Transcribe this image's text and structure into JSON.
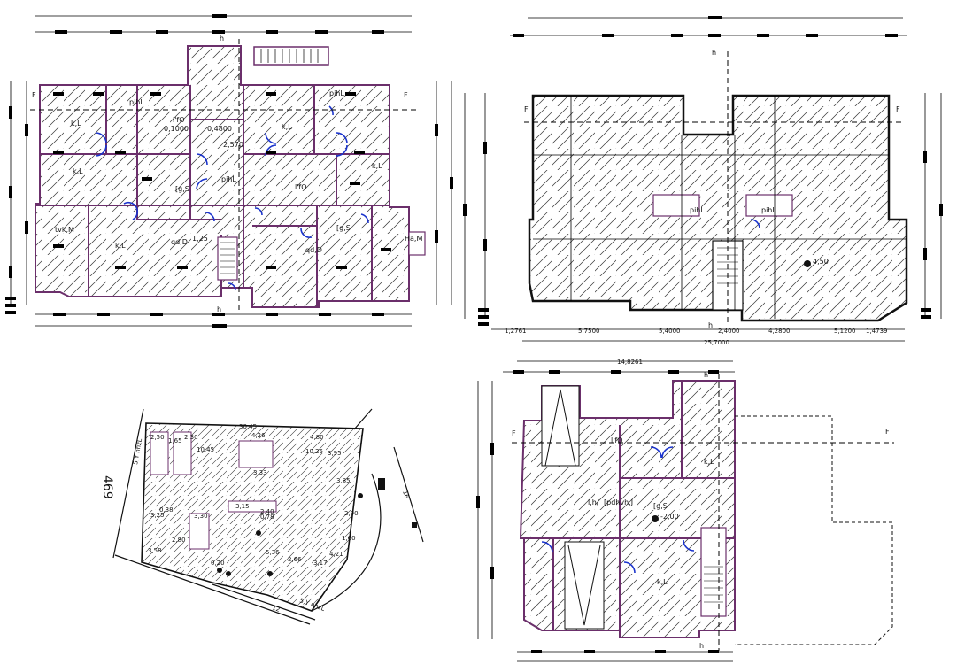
{
  "plans": {
    "plan_a": {
      "rooms": [
        "k,L",
        "k,L",
        "k,L",
        "k,L",
        "k,L",
        "l'fO",
        "l'fO",
        "[g,S",
        "[g,S",
        "qd,D",
        "qd,D",
        "tvk,M",
        "pihL",
        "pihL",
        "pihL"
      ],
      "numbers": [
        "0,1000",
        "0,4800",
        "2,570",
        "1,25"
      ],
      "section_marks": [
        "F",
        "F",
        "h",
        "h"
      ],
      "terrace_label": "Ha,M"
    },
    "plan_b": {
      "dims_bottom": [
        "1,2761",
        "5,7500",
        "5,4000",
        "2,4000",
        "4,2800",
        "5,1200",
        "1,4739"
      ],
      "total": "25,7000",
      "level": "4,50",
      "room_labels": [
        "pihL",
        "pihL"
      ],
      "section_marks": [
        "F",
        "F",
        "h",
        "h"
      ]
    },
    "site": {
      "lot_number": "469",
      "top_dim": "30,45",
      "street_label_top": "5,Y nhzL",
      "street_label_bottom": "5,Y nhzL",
      "side_dim": "16",
      "bottom_dim": "12",
      "number_list": [
        "2,50",
        "1,65",
        "4,26",
        "3,95",
        "2,30",
        "10,45",
        "0,38",
        "3,25",
        "2,80",
        "0,78",
        "3,30",
        "4,21",
        "3,58",
        "2,90",
        "3,17",
        "2,66",
        "1,60",
        "3,85",
        "5,36",
        "4,80",
        "2,40",
        "10,25",
        "0,20",
        "3,33",
        "3,15"
      ]
    },
    "plan_c": {
      "top_dim": "14,8261",
      "room_labels": [
        "k,L",
        "k,L",
        "l'fO",
        "[g,S",
        "l,h/",
        "[pdhvh,J"
      ],
      "level": "-2,00",
      "section_marks": [
        "F",
        "F",
        "h",
        "h"
      ]
    }
  }
}
